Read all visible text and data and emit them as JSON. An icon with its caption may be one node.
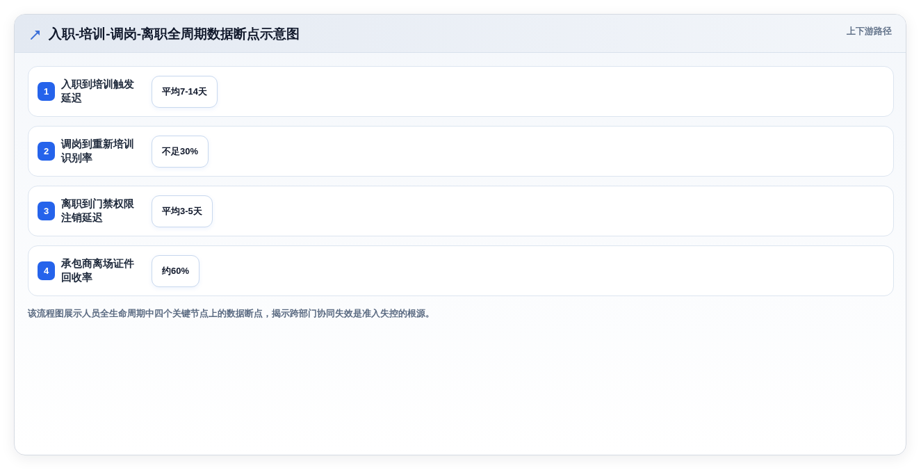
{
  "diagram": {
    "title": "入职-培训-调岗-离职全周期数据断点示意图",
    "caption": "该流程图展示人员全生命周期中四个关键节点上的数据断点，揭示跨部门协同失效是准入失控的根源。",
    "nodes": [
      {
        "text": [
          "入职到培训触发延迟"
        ]
      },
      {
        "text": [
          "1"
        ],
        "in": 0
      },
      {
        "text": [
          "平均7-14天"
        ],
        "in": 0
      },
      {
        "text": [
          "调岗到重新培训识别率"
        ]
      },
      {
        "text": [
          "2"
        ],
        "in": 3
      },
      {
        "text": [
          "不足30%"
        ],
        "in": 3
      },
      {
        "text": [
          "离职到门禁权限注销延迟"
        ]
      },
      {
        "text": [
          "3"
        ],
        "in": 6
      },
      {
        "text": [
          "平均3-5天"
        ],
        "in": 6
      },
      {
        "text": [
          "承包商离场证件回收率"
        ]
      },
      {
        "text": [
          "4"
        ],
        "in": 9
      },
      {
        "text": [
          "约60%"
        ],
        "in": 9
      }
    ],
    "labels": [
      "上下游路径"
    ]
  }
}
